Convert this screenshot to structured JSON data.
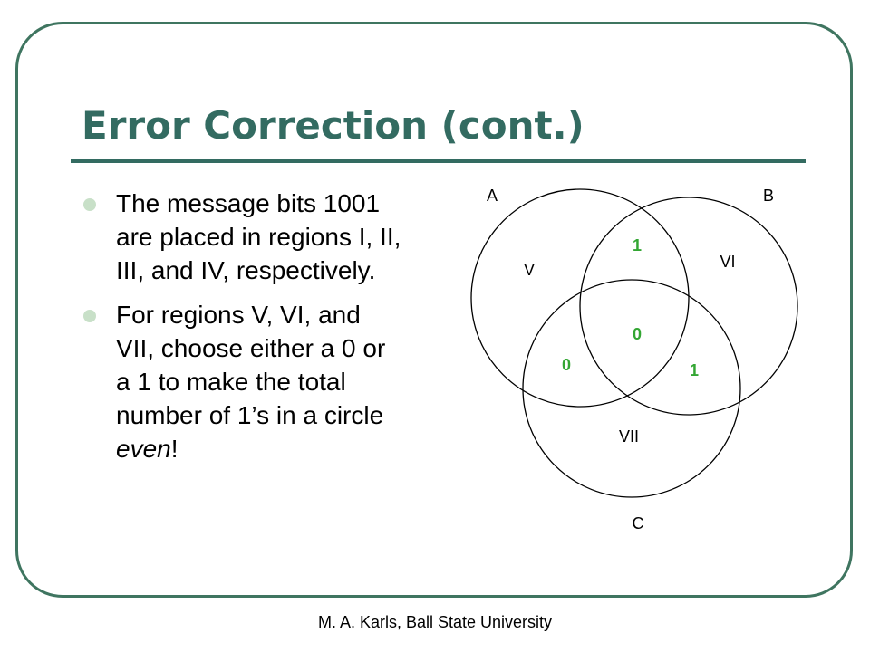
{
  "slide": {
    "title": "Error Correction (cont.)",
    "bullets": [
      {
        "text": "The message bits 1001 are placed in regions I, II, III, and IV, respectively."
      },
      {
        "pre": "For regions V, VI, and VII, choose either a 0 or a 1 to make the total number of 1’s in a circle ",
        "em": "even",
        "post": "!"
      }
    ],
    "footer": "M. A. Karls, Ball State University"
  },
  "diagram": {
    "circle_labels": {
      "a": "A",
      "b": "B",
      "c": "C"
    },
    "region_labels": {
      "v": "V",
      "vi": "VI",
      "vii": "VII"
    },
    "bits": {
      "ab": "1",
      "abc": "0",
      "ac": "0",
      "bc": "1"
    },
    "colors": {
      "circle_stroke": "#000000",
      "bit": "#33a633",
      "label": "#000000"
    }
  }
}
